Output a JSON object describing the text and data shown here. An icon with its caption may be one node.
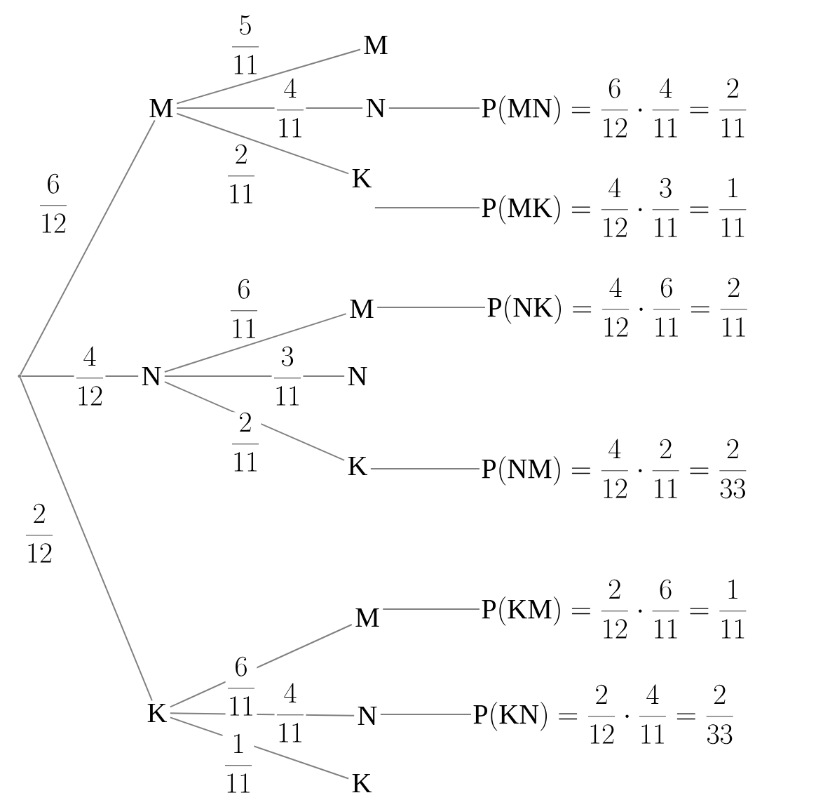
{
  "diagram": {
    "nodes": [
      {
        "text": [],
        "shape": "point"
      },
      {
        "text": [
          "M"
        ]
      },
      {
        "text": [
          "N"
        ]
      },
      {
        "text": [
          "K"
        ]
      },
      {
        "text": [
          "M"
        ]
      },
      {
        "text": [
          "N"
        ]
      },
      {
        "text": [
          "K"
        ]
      },
      {
        "text": [
          "M"
        ]
      },
      {
        "text": [
          "N"
        ]
      },
      {
        "text": [
          "K"
        ]
      },
      {
        "text": [
          "M"
        ]
      },
      {
        "text": [
          "N"
        ]
      },
      {
        "text": [
          "K"
        ]
      },
      {
        "text": [
          "\\mathrm{P(MN)} = \\frac{6}{12}\\cdot\\frac{4}{11} = \\frac{2}{11}"
        ]
      },
      {
        "text": [
          "\\mathrm{P(MK)} = \\frac{4}{12}\\cdot\\frac{3}{11} = \\frac{1}{11}"
        ]
      },
      {
        "text": [
          "\\mathrm{P(NK)} = \\frac{4}{12}\\cdot\\frac{6}{11} = \\frac{2}{11}"
        ]
      },
      {
        "text": [
          "\\mathrm{P(NM)} = \\frac{4}{12}\\cdot\\frac{2}{11} = \\frac{2}{33}"
        ]
      },
      {
        "text": [
          "\\mathrm{P(KM)} = \\frac{2}{12}\\cdot\\frac{6}{11} = \\frac{1}{11}"
        ]
      },
      {
        "text": [
          "\\mathrm{P(KN)} = \\frac{2}{12}\\cdot\\frac{4}{11} = \\frac{2}{33}"
        ]
      }
    ],
    "edges": [
      {
        "from": 0,
        "to": 1,
        "arrow": "none",
        "label": "\\frac{6}{12}"
      },
      {
        "from": 0,
        "to": 2,
        "arrow": "none",
        "label": "\\frac{4}{12}"
      },
      {
        "from": 0,
        "to": 3,
        "arrow": "none",
        "label": "\\frac{2}{12}"
      },
      {
        "from": 1,
        "to": 4,
        "arrow": "none",
        "label": "\\frac{5}{11}"
      },
      {
        "from": 1,
        "to": 5,
        "arrow": "none",
        "label": "\\frac{4}{11}"
      },
      {
        "from": 1,
        "to": 6,
        "arrow": "none",
        "label": "\\frac{2}{11}"
      },
      {
        "from": 2,
        "to": 7,
        "arrow": "none",
        "label": "\\frac{6}{11}"
      },
      {
        "from": 2,
        "to": 8,
        "arrow": "none",
        "label": "\\frac{3}{11}"
      },
      {
        "from": 2,
        "to": 9,
        "arrow": "none",
        "label": "\\frac{2}{11}"
      },
      {
        "from": 3,
        "to": 10,
        "arrow": "none",
        "label": "\\frac{6}{11}"
      },
      {
        "from": 3,
        "to": 11,
        "arrow": "none",
        "label": "\\frac{4}{11}"
      },
      {
        "from": 3,
        "to": 12,
        "arrow": "none",
        "label": "\\frac{1}{11}"
      },
      {
        "from": 5,
        "to": 13,
        "arrow": "none"
      },
      {
        "from": 6,
        "to": 14,
        "arrow": "none"
      },
      {
        "from": 7,
        "to": 15,
        "arrow": "none"
      },
      {
        "from": 9,
        "to": 16,
        "arrow": "none"
      },
      {
        "from": 10,
        "to": 17,
        "arrow": "none"
      },
      {
        "from": 11,
        "to": 18,
        "arrow": "none"
      }
    ]
  }
}
